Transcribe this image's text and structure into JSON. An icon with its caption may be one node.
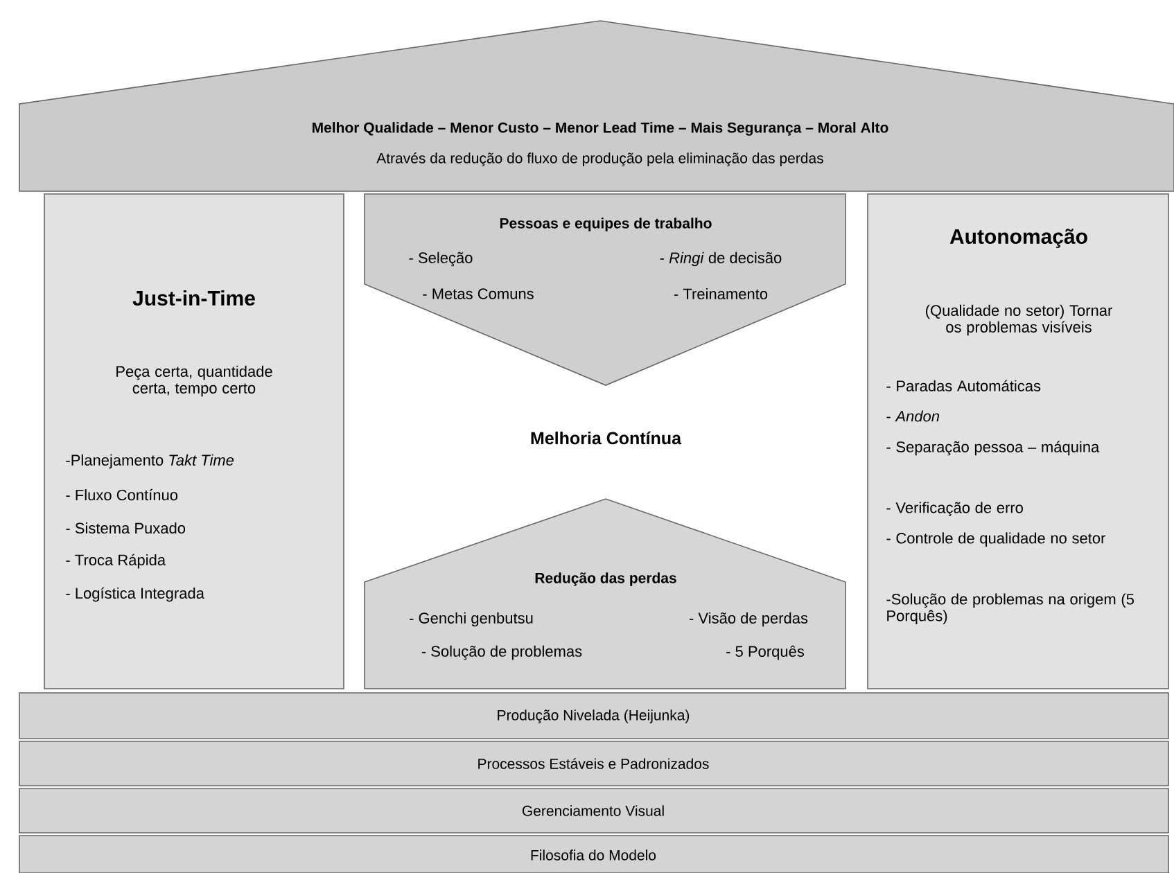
{
  "diagram": {
    "nodes": [
      {
        "text": [
          "Melhor Qualidade – Menor Custo – Menor Lead Time – Mais Segurança – Moral Alto",
          "Através da redução do fluxo de produção pela eliminação das perdas"
        ]
      },
      {
        "text": [
          "Just-in-Time",
          "Peça certa, quantidade certa, tempo certo",
          "-Planejamento *Takt Time*",
          "- Fluxo Contínuo",
          "- Sistema Puxado",
          "- Troca Rápida",
          "- Logística Integrada"
        ]
      },
      {
        "text": [
          "Pessoas e equipes de trabalho",
          "- Seleção",
          "- *Ringi* de decisão",
          "- Metas Comuns",
          "- Treinamento"
        ]
      },
      {
        "text": [
          "Redução das perdas",
          "- Genchi genbutsu",
          "- Visão de perdas",
          "- Solução de problemas",
          "- 5 Porquês"
        ]
      },
      {
        "text": [
          "Autonomação",
          "(Qualidade no setor) Tornar os problemas visíveis",
          "- Paradas Automáticas",
          "- *Andon*",
          "- Separação pessoa – máquina",
          "- Verificação de erro",
          "- Controle de qualidade no setor",
          "-Solução de problemas na origem (5 Porquês)"
        ]
      },
      {
        "text": [
          "Produção Nivelada (Heijunka)"
        ]
      },
      {
        "text": [
          "Processos Estáveis e Padronizados"
        ]
      },
      {
        "text": [
          "Gerenciamento Visual"
        ]
      },
      {
        "text": [
          "Filosofia do Modelo"
        ]
      }
    ],
    "labels": [
      "Melhoria Contínua"
    ]
  }
}
